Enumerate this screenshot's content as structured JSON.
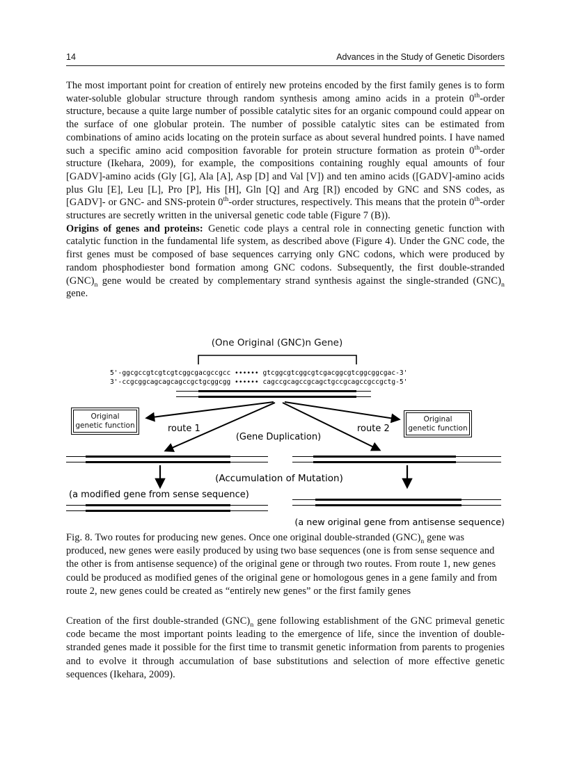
{
  "page": {
    "number": "14",
    "running_title": "Advances in the Study of Genetic Disorders"
  },
  "body": {
    "p1": "The most important point for creation of entirely new proteins encoded by the first family genes is to form water-soluble globular structure through random synthesis among amino acids in a protein 0^{th}-order structure, because a quite large number of possible catalytic sites for an organic compound could appear on the surface of one globular protein. The number of possible catalytic sites can be estimated from combinations of amino acids locating on the protein surface as about several hundred points. I have named such a specific amino acid composition favorable for protein structure formation as protein 0^{th}-order structure (Ikehara, 2009), for example, the compositions containing roughly equal amounts of four [GADV]-amino acids (Gly [G], Ala [A], Asp [D] and Val [V]) and ten amino acids ([GADV]-amino acids plus Glu [E], Leu [L], Pro [P], His [H], Gln [Q] and Arg [R]) encoded by GNC and SNS codes, as [GADV]- or GNC- and SNS-protein 0^{th}-order structures, respectively. This means that the protein 0^{th}-order structures are secretly written in the universal genetic code table (Figure 7 (B)).",
    "p2_lead": "Origins of genes and proteins:",
    "p2_rest": " Genetic code plays a central role in connecting genetic function with catalytic function in the fundamental life system, as described above (Figure 4). Under the GNC code, the first genes must be composed of base sequences carrying only GNC codons, which were produced by random phosphodiester bond formation among GNC codons. Subsequently, the first double-stranded (GNC)_{n} gene would be created by complementary strand synthesis against the single-stranded (GNC)_{n} gene.",
    "p3": "Creation of the first double-stranded (GNC)_{n} gene following establishment of the GNC primeval genetic code became the most important points leading to the emergence of life, since the invention of double-stranded genes made it possible for the first time to transmit genetic information from parents to progenies and to evolve it through accumulation of base substitutions and selection of more effective genetic sequences (Ikehara, 2009)."
  },
  "figure": {
    "title": "(One Original (GNC)n Gene)",
    "sequence_top": "5'-ggcgccgtcgtcgtcggcgacgccgcc ∙∙∙∙∙∙ gtcggcgtcggcgtcgacggcgtcggcggcgac-3'",
    "sequence_bottom": "3'-ccgcggcagcagcagccgctgcggcgg ∙∙∙∙∙∙ cagccgcagccgcagctgccgcagccgccgctg-5'",
    "left_function_box": {
      "line1": "Original",
      "line2": "genetic function"
    },
    "right_function_box": {
      "line1": "Original",
      "line2": "genetic function"
    },
    "route1_label": "route 1",
    "route2_label": "route 2",
    "gene_duplication_label": "(Gene Duplication)",
    "accumulation_label": "(Accumulation of Mutation)",
    "modified_gene_label": "(a modified gene from sense sequence)",
    "new_original_gene_label": "(a new original gene from antisense sequence)"
  },
  "caption": "Fig. 8. Two routes for producing new genes. Once one original double-stranded (GNC)_{n} gene was produced, new genes were easily produced by using two base sequences (one is from sense sequence and the other is from antisense sequence) of the original gene or through two routes. From route 1, new genes could be produced as modified genes of the original gene or homologous genes in a gene family and from route 2, new genes could be created as “entirely new genes” or the first family genes",
  "colors": {
    "ink": "#000000",
    "paper": "#ffffff"
  }
}
